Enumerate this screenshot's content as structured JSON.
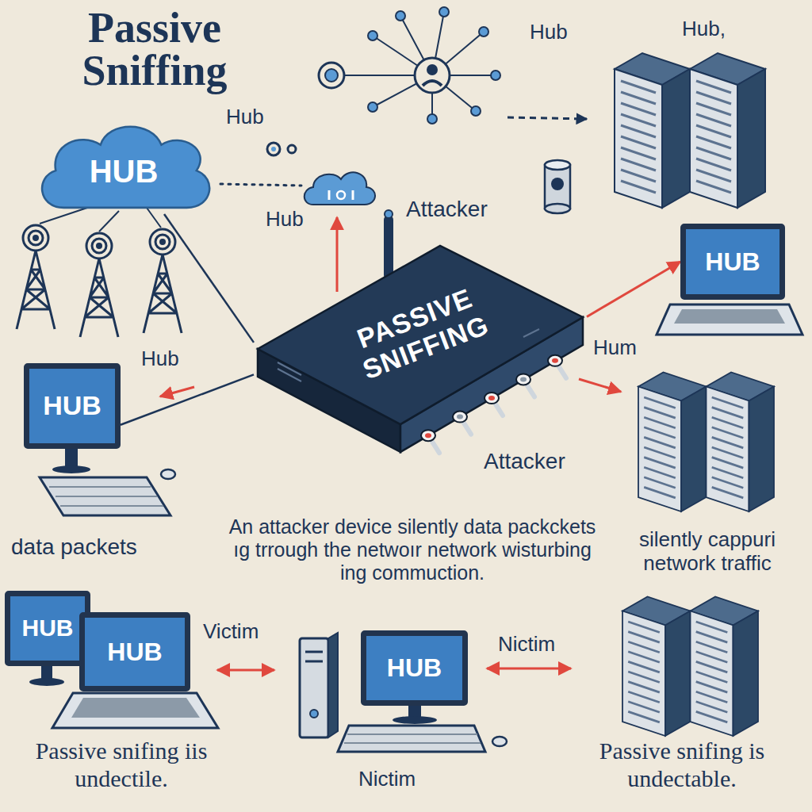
{
  "diagram": {
    "title": "Passive Sniffing",
    "nodes": [
      {
        "text": [
          "HUB"
        ]
      },
      {
        "text": [
          "PASSIVE SNIFFING"
        ]
      },
      {
        "text": [
          "HUB"
        ]
      },
      {
        "text": [
          "HUB"
        ]
      },
      {
        "text": [
          "HUB"
        ]
      },
      {
        "text": [
          "HUB"
        ]
      },
      {
        "text": [
          "HUB"
        ]
      }
    ],
    "edges": [
      {
        "from": 0,
        "to": 1,
        "arrow": "none"
      },
      {
        "from": 3,
        "to": 1,
        "arrow": "none"
      },
      {
        "from": 1,
        "to": 2,
        "arrow": "to"
      }
    ],
    "labels": [
      "Hub",
      "Hub,",
      "Hub",
      "Attacker",
      "Hub",
      "Hub",
      "Hum",
      "Attacker",
      "data packets",
      "An attacker device silently data packckets ıg trrough the netwoır network wisturbing ing commuction.",
      "silently cappuri network traffic",
      "Victim",
      "Nictim",
      "Nictim",
      "Passive snifing iis undectile.",
      "Passive snifing is undectable."
    ]
  }
}
